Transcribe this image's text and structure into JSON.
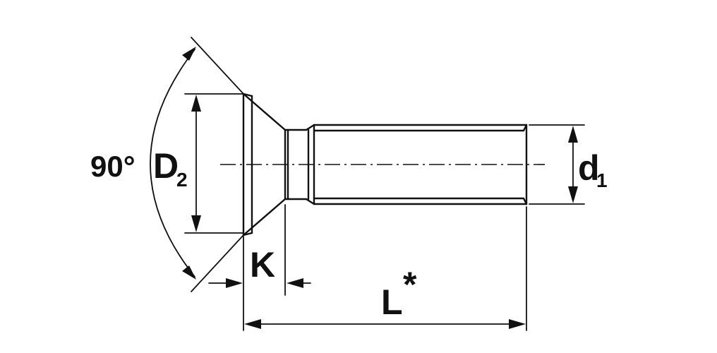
{
  "labels": {
    "angle": "90°",
    "head_diameter": "D",
    "head_diameter_sub": "2",
    "thread_diameter": "d",
    "thread_diameter_sub": "1",
    "head_height": "K",
    "length": "L",
    "length_mark": "*"
  }
}
